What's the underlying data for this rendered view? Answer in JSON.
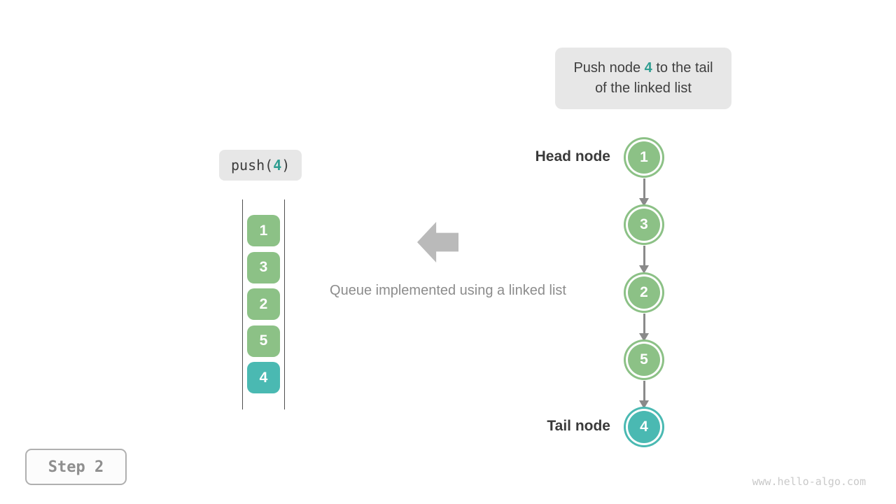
{
  "annotation": {
    "prefix": "Push node ",
    "value": "4",
    "suffix": " to the tail of the linked list"
  },
  "push_call": {
    "prefix": "push(",
    "value": "4",
    "suffix": ")"
  },
  "caption": "Queue implemented using a linked list",
  "labels": {
    "head": "Head node",
    "tail": "Tail node"
  },
  "step_badge": "Step 2",
  "watermark": "www.hello-algo.com",
  "colors": {
    "green": "#8cc186",
    "teal": "#4ab9b2",
    "teal_text": "#2f9e91",
    "node_arrow": "#8a8a8a",
    "block_arrow": "#bababa"
  },
  "stack": {
    "items": [
      {
        "value": "1",
        "color": "green"
      },
      {
        "value": "3",
        "color": "green"
      },
      {
        "value": "2",
        "color": "green"
      },
      {
        "value": "5",
        "color": "green"
      },
      {
        "value": "4",
        "color": "teal"
      }
    ]
  },
  "linked_list": {
    "nodes": [
      {
        "value": "1",
        "color": "green"
      },
      {
        "value": "3",
        "color": "green"
      },
      {
        "value": "2",
        "color": "green"
      },
      {
        "value": "5",
        "color": "green"
      },
      {
        "value": "4",
        "color": "teal"
      }
    ]
  }
}
